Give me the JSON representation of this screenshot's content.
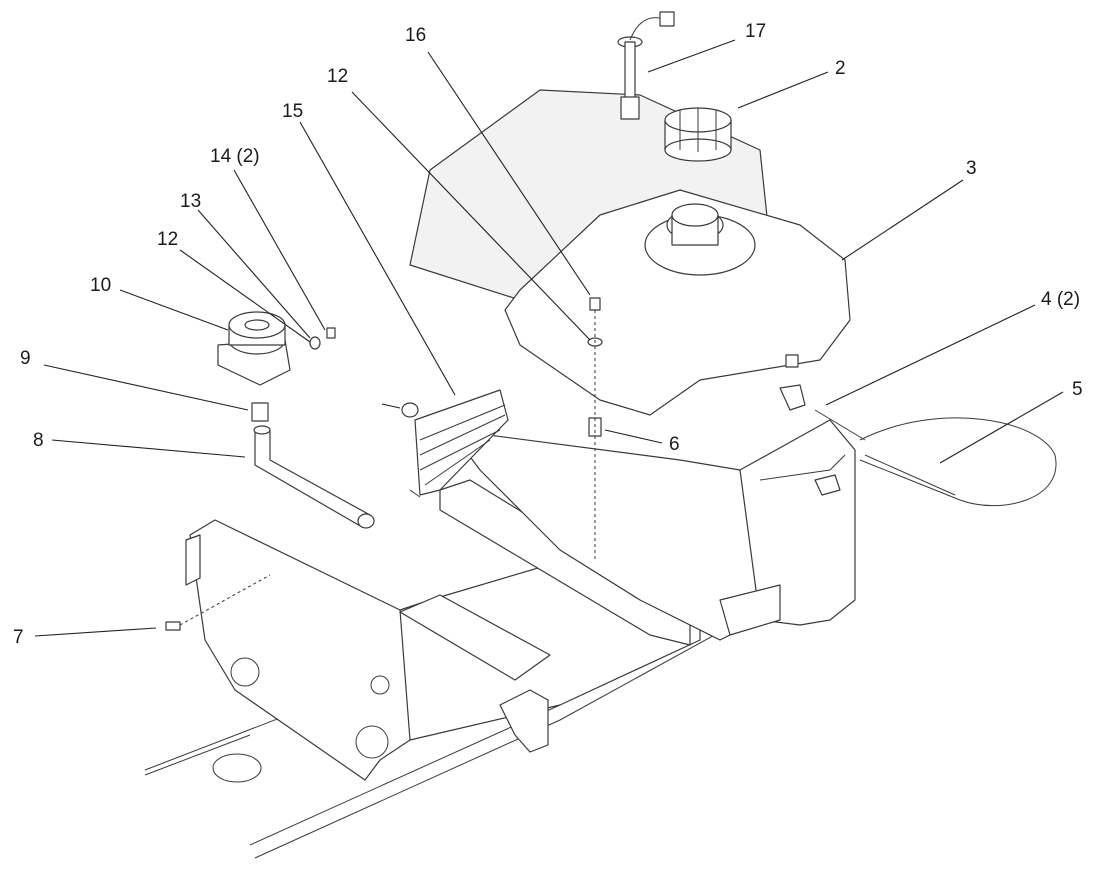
{
  "callouts": [
    {
      "id": "c17",
      "text": "17"
    },
    {
      "id": "c2",
      "text": "2"
    },
    {
      "id": "c16",
      "text": "16"
    },
    {
      "id": "c12a",
      "text": "12"
    },
    {
      "id": "c15",
      "text": "15"
    },
    {
      "id": "c3",
      "text": "3"
    },
    {
      "id": "c14",
      "text": "14 (2)"
    },
    {
      "id": "c13",
      "text": "13"
    },
    {
      "id": "c12b",
      "text": "12"
    },
    {
      "id": "c10",
      "text": "10"
    },
    {
      "id": "c9",
      "text": "9"
    },
    {
      "id": "c8",
      "text": "8"
    },
    {
      "id": "c4",
      "text": "4 (2)"
    },
    {
      "id": "c5",
      "text": "5"
    },
    {
      "id": "c6",
      "text": "6"
    },
    {
      "id": "c7",
      "text": "7"
    }
  ]
}
